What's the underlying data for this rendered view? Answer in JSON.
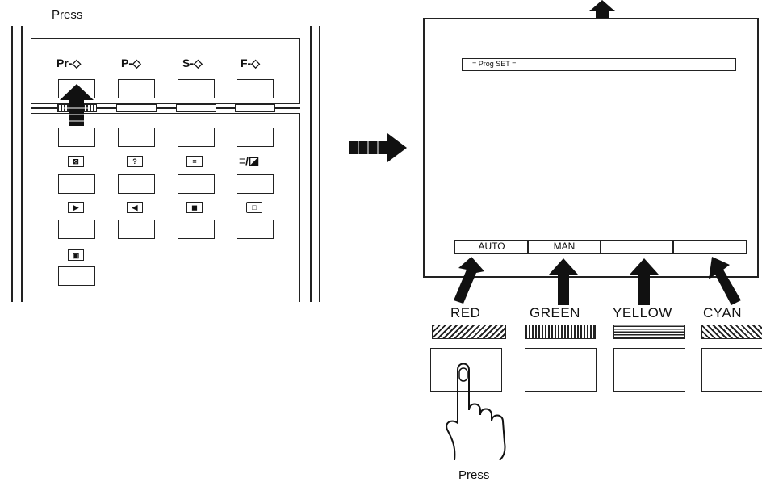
{
  "remote": {
    "press_label": "Press",
    "top_labels": [
      "Pr-",
      "P-",
      "S-",
      "F-"
    ],
    "icon_symbols": [
      "⊠",
      "?",
      "≡",
      "≡/◪",
      "▶",
      "◀",
      "◼",
      "□",
      "▣"
    ]
  },
  "tv": {
    "prog_set": "= Prog SET =",
    "tabs": [
      "AUTO",
      "MAN",
      "",
      ""
    ]
  },
  "buttons": {
    "colors": [
      "RED",
      "GREEN",
      "YELLOW",
      "CYAN"
    ],
    "press_label": "Press"
  }
}
